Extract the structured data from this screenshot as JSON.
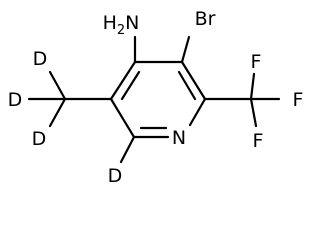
{
  "molecule": {
    "atoms": {
      "amine": {
        "label": "H",
        "subscript": "2",
        "suffix": "N"
      },
      "bromine": {
        "label": "Br"
      },
      "nitrogen": {
        "label": "N"
      },
      "deuterium_ring": {
        "label": "D"
      },
      "deuterium_methyl_top": {
        "label": "D"
      },
      "deuterium_methyl_left": {
        "label": "D"
      },
      "deuterium_methyl_bottom": {
        "label": "D"
      },
      "fluorine_top": {
        "label": "F"
      },
      "fluorine_right": {
        "label": "F"
      },
      "fluorine_bottom": {
        "label": "F"
      }
    },
    "colors": {
      "bond": "#000000",
      "text": "#000000",
      "background": "#ffffff"
    }
  }
}
